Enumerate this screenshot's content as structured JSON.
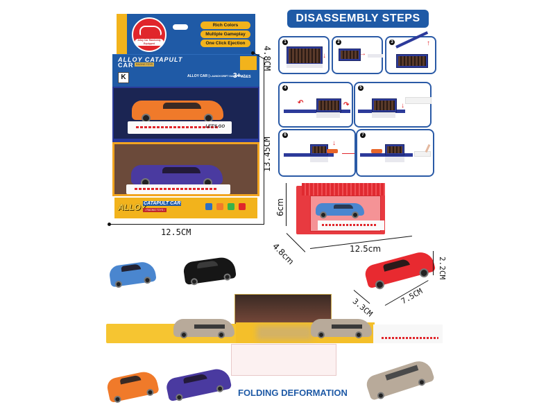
{
  "package": {
    "badge_text": "Alloy Car Randomly Equipped",
    "features": [
      "Rich Colors",
      "Multiple Gameplay",
      "One Click Ejection"
    ],
    "title_line1": "ALLOY CATAPULT",
    "title_line2": "CAR",
    "title_tag": "RACING TOYS",
    "logo": "K",
    "meta_left": "ALLOY CAR",
    "meta_mid": "LAUNCH DRIFT GAMEPLAY",
    "age": "3+",
    "age_suffix": "AGES",
    "stand_text": "LET'S GO",
    "footer_title": "ALLOY",
    "footer_sub": "CATAPULT CAR",
    "footer_tag": "• RACING TOYS •",
    "footer_icon_colors": [
      "#2c6fc4",
      "#f07a2a",
      "#38b24a",
      "#e0262b"
    ],
    "colors": {
      "brand_blue": "#1f5aa6",
      "yellow": "#f2b31c",
      "red": "#e0262b"
    }
  },
  "dimensions": {
    "package_depth": "4.8CM",
    "package_height": "13.45CM",
    "package_width": "12.5CM",
    "container_height": "6cm",
    "container_depth": "4.8cm",
    "container_width": "12.5cm",
    "car_height": "2.2CM",
    "car_width": "3.3CM",
    "car_length": "7.5CM"
  },
  "disassembly": {
    "title": "DISASSEMBLY STEPS",
    "steps": [
      "1",
      "2",
      "3",
      "4",
      "5",
      "6",
      "7"
    ]
  },
  "bottom": {
    "caption": "FOLDING DEFORMATION",
    "cars": [
      "blue",
      "black",
      "orange",
      "purple",
      "beige wagon",
      "red"
    ]
  }
}
